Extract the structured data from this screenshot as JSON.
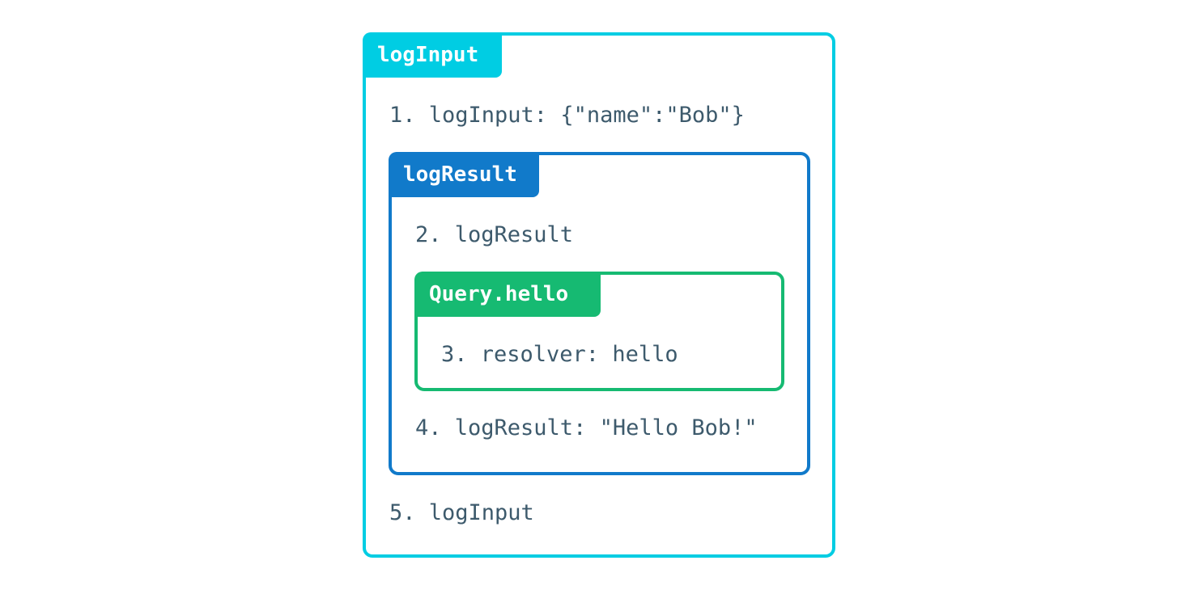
{
  "colors": {
    "logInput": "#00cde3",
    "logResult": "#117aca",
    "query_hello": "#16ba72",
    "text": "#3d5a6c"
  },
  "boxes": {
    "outer": {
      "label": "logInput"
    },
    "middle": {
      "label": "logResult"
    },
    "inner": {
      "label": "Query.hello"
    }
  },
  "steps": [
    "1. logInput: {\"name\":\"Bob\"}",
    "2. logResult",
    "3. resolver: hello",
    "4. logResult: \"Hello Bob!\"",
    "5. logInput"
  ]
}
